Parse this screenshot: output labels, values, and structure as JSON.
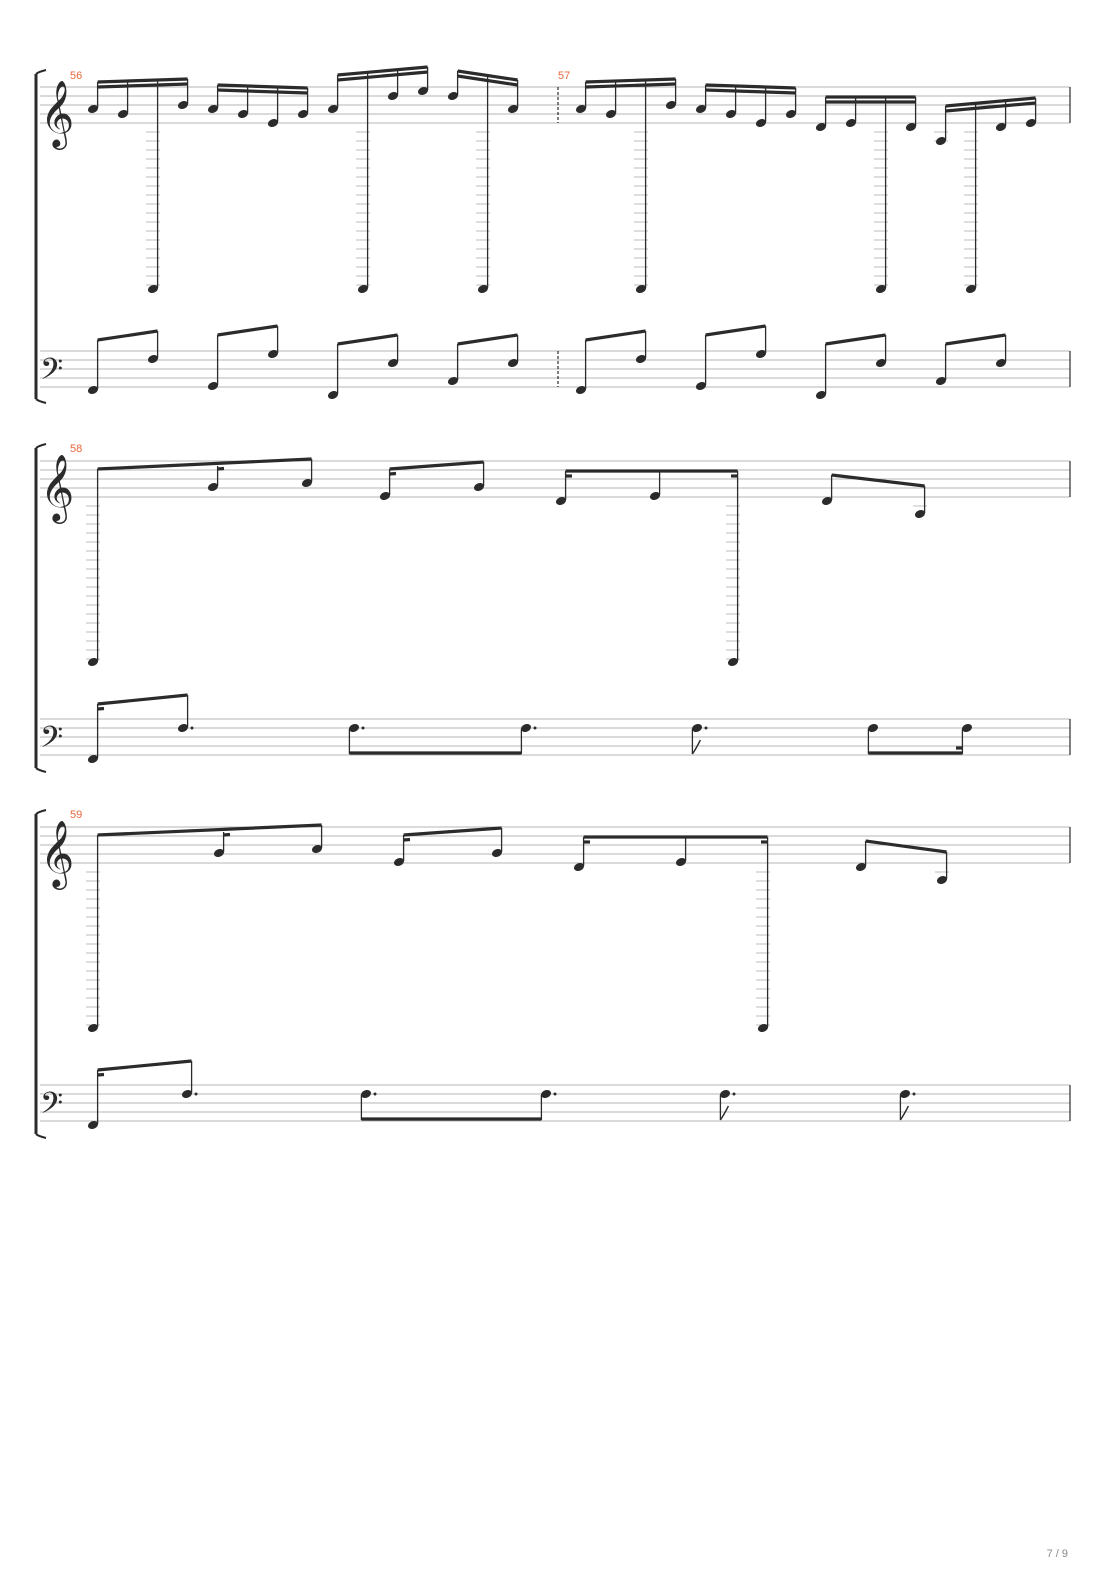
{
  "page": {
    "current": "7",
    "total": "9",
    "indicator_text": "7 / 9"
  },
  "colors": {
    "ink": "#2b2b2b",
    "staff_line": "#b5b5b5",
    "ledger": "#bdbdbd",
    "measure_number": "#e8673c",
    "footer_text": "#8a8a8a"
  },
  "systems": [
    {
      "measures": [
        "56",
        "57"
      ]
    },
    {
      "measures": [
        "58"
      ]
    },
    {
      "measures": [
        "59"
      ]
    }
  ],
  "icons": {
    "treble": "treble-clef-icon",
    "bass": "bass-clef-icon",
    "brace": "system-bracket-icon"
  }
}
